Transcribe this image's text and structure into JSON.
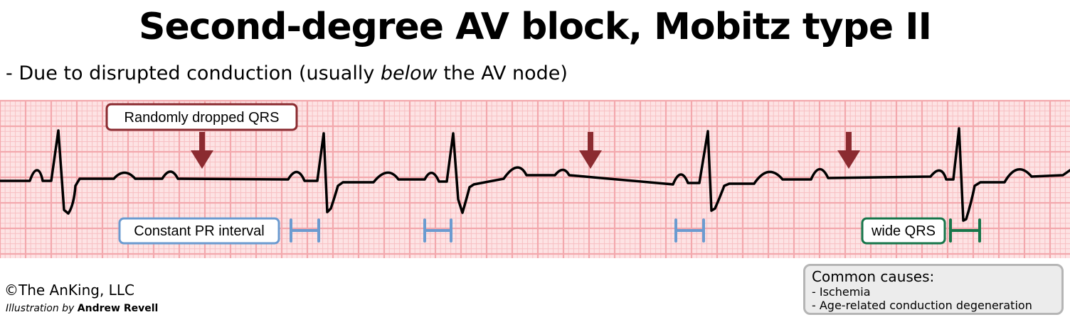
{
  "title": "Second-degree AV block, Mobitz type II",
  "subtitle": {
    "prefix": "- Due to disrupted conduction (usually ",
    "emphasis": "below",
    "suffix": " the AV node)"
  },
  "labels": {
    "dropped_qrs": "Randomly dropped QRS",
    "constant_pr": "Constant PR interval",
    "wide_qrs": "wide QRS"
  },
  "credit": {
    "copyright": "©The AnKing, LLC",
    "illustration_prefix": "Illustration by ",
    "illustrator": "Andrew Revell"
  },
  "causes": {
    "heading": "Common causes:",
    "items": [
      "- Ischemia",
      "- Age-related conduction degeneration"
    ]
  },
  "colors": {
    "grid_background": "#fde3e4",
    "grid_minor": "#f7c0c3",
    "grid_major": "#f3a8ad",
    "trace": "#000000",
    "dropped_arrow": "#8b2b30",
    "pr_bracket": "#6b9bd0",
    "wide_qrs_bracket": "#17764a"
  }
}
